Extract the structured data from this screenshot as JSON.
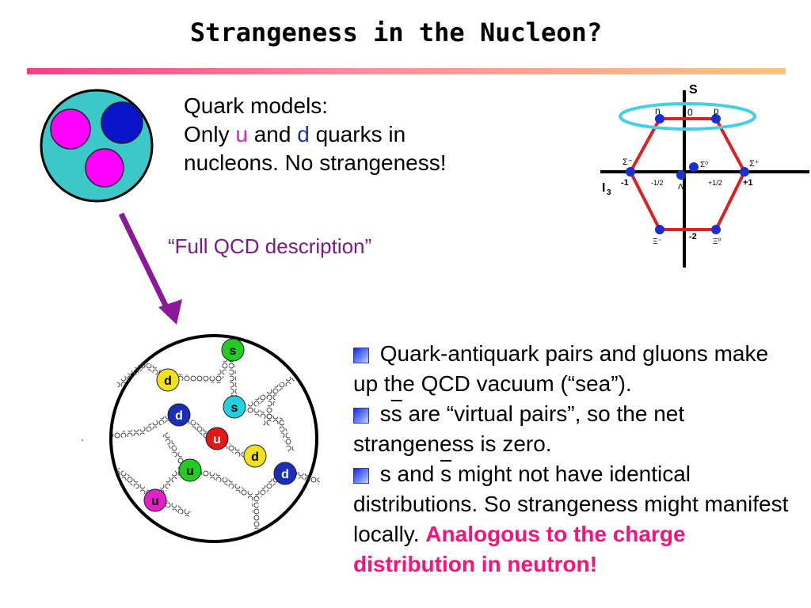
{
  "slide": {
    "title": "Strangeness in the Nucleon?",
    "quark_models": {
      "line1": "Quark models:",
      "line2_pre": "Only ",
      "u": "u",
      "and": " and ",
      "d": "d",
      "line2_post": " quarks in",
      "line3": "nucleons. No strangeness!"
    },
    "qcd_label": "“Full QCD description”",
    "bullets": [
      {
        "text": " Quark-antiquark pairs and gluons make up the QCD vacuum (“sea”)."
      },
      {
        "pre": " s",
        "bar": "s",
        "post": " are “virtual pairs”, so the net strangeness is zero."
      },
      {
        "pre": " s and ",
        "bar": "s",
        "post": " might not have identical distributions. So strangeness might manifest locally. ",
        "emphasis": "Analogous to the charge distribution in neutron!"
      }
    ],
    "octet": {
      "axis_s": "S",
      "axis_i3": "I",
      "axis_i3_sub": "3",
      "labels": {
        "n": "n",
        "p": "p",
        "zero": "0",
        "sigma_minus": "Σ⁻",
        "sigma_zero": "Σ⁰",
        "sigma_plus": "Σ⁺",
        "lambda": "Λ",
        "xi_minus": "Ξ⁻",
        "xi_zero": "Ξ⁰",
        "minus_one": "-1",
        "minus_half": "-1/2",
        "plus_half": "+1/2",
        "plus_one": "+1",
        "minus_two": "-2"
      }
    },
    "sea_quarks": [
      {
        "flavor": "s",
        "color": "#22cc22"
      },
      {
        "flavor": "d",
        "color": "#f2e21a"
      },
      {
        "flavor": "s",
        "color": "#22d0e0"
      },
      {
        "flavor": "d",
        "color": "#1a2fb8"
      },
      {
        "flavor": "u",
        "color": "#e01818"
      },
      {
        "flavor": "d",
        "color": "#f2e21a"
      },
      {
        "flavor": "u",
        "color": "#22cc22"
      },
      {
        "flavor": "d",
        "color": "#1a2fb8"
      },
      {
        "flavor": "u",
        "color": "#e020c8"
      }
    ],
    "colors": {
      "title_rule_start": "#ff3d86",
      "title_rule_end": "#ffc47a",
      "arrow": "#8a1a9a",
      "nucleon_bg": "#3cc8c8",
      "octet_hexagon": "#e02020",
      "octet_ellipse": "#40d0e8"
    }
  }
}
